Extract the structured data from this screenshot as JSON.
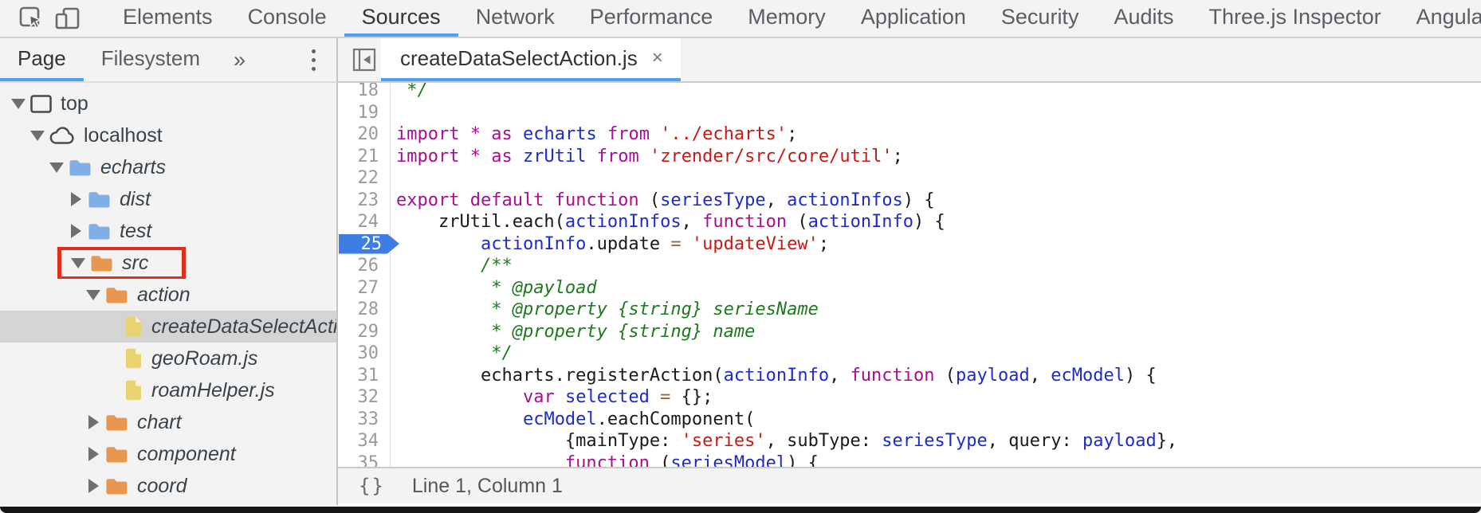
{
  "toolbar": {
    "active_tab": "Sources",
    "tabs": [
      {
        "label": "Elements"
      },
      {
        "label": "Console"
      },
      {
        "label": "Sources"
      },
      {
        "label": "Network"
      },
      {
        "label": "Performance"
      },
      {
        "label": "Memory"
      },
      {
        "label": "Application"
      },
      {
        "label": "Security"
      },
      {
        "label": "Audits"
      },
      {
        "label": "Three.js Inspector"
      },
      {
        "label": "AngularJS"
      }
    ]
  },
  "sidebar": {
    "nav_tabs": [
      {
        "label": "Page",
        "active": true
      },
      {
        "label": "Filesystem",
        "active": false
      }
    ],
    "more_tabs_icon": "»",
    "tree": [
      {
        "label": "top",
        "icon": "window",
        "depth": 0,
        "expand": "open"
      },
      {
        "label": "localhost",
        "icon": "cloud",
        "depth": 1,
        "expand": "open"
      },
      {
        "label": "echarts",
        "icon": "folder-blue",
        "depth": 2,
        "expand": "open",
        "italic": true
      },
      {
        "label": "dist",
        "icon": "folder-blue",
        "depth": 3,
        "expand": "closed",
        "italic": true
      },
      {
        "label": "test",
        "icon": "folder-blue",
        "depth": 3,
        "expand": "closed",
        "italic": true
      },
      {
        "label": "src",
        "icon": "folder-orange",
        "depth": 3,
        "expand": "open",
        "italic": true,
        "highlighted": true
      },
      {
        "label": "action",
        "icon": "folder-orange",
        "depth": 4,
        "expand": "open",
        "italic": true
      },
      {
        "label": "createDataSelectAction.js",
        "icon": "file",
        "depth": 5,
        "expand": "none",
        "italic": true,
        "selected": true
      },
      {
        "label": "geoRoam.js",
        "icon": "file",
        "depth": 5,
        "expand": "none",
        "italic": true
      },
      {
        "label": "roamHelper.js",
        "icon": "file",
        "depth": 5,
        "expand": "none",
        "italic": true
      },
      {
        "label": "chart",
        "icon": "folder-orange",
        "depth": 4,
        "expand": "closed",
        "italic": true
      },
      {
        "label": "component",
        "icon": "folder-orange",
        "depth": 4,
        "expand": "closed",
        "italic": true
      },
      {
        "label": "coord",
        "icon": "folder-orange",
        "depth": 4,
        "expand": "closed",
        "italic": true
      }
    ]
  },
  "editor": {
    "tab": {
      "title": "createDataSelectAction.js",
      "close_icon": "×"
    },
    "breakpoints": [
      25
    ],
    "code": [
      {
        "n": 18,
        "tokens": [
          [
            "cm",
            " */"
          ]
        ]
      },
      {
        "n": 19,
        "tokens": []
      },
      {
        "n": 20,
        "tokens": [
          [
            "kw",
            "import"
          ],
          [
            "pl",
            " "
          ],
          [
            "kw",
            "*"
          ],
          [
            "pl",
            " "
          ],
          [
            "kw",
            "as"
          ],
          [
            "pl",
            " "
          ],
          [
            "vr",
            "echarts"
          ],
          [
            "pl",
            " "
          ],
          [
            "kw",
            "from"
          ],
          [
            "pl",
            " "
          ],
          [
            "st",
            "'../echarts'"
          ],
          [
            "pl",
            ";"
          ]
        ]
      },
      {
        "n": 21,
        "tokens": [
          [
            "kw",
            "import"
          ],
          [
            "pl",
            " "
          ],
          [
            "kw",
            "*"
          ],
          [
            "pl",
            " "
          ],
          [
            "kw",
            "as"
          ],
          [
            "pl",
            " "
          ],
          [
            "vr",
            "zrUtil"
          ],
          [
            "pl",
            " "
          ],
          [
            "kw",
            "from"
          ],
          [
            "pl",
            " "
          ],
          [
            "st",
            "'zrender/src/core/util'"
          ],
          [
            "pl",
            ";"
          ]
        ]
      },
      {
        "n": 22,
        "tokens": []
      },
      {
        "n": 23,
        "tokens": [
          [
            "kw",
            "export"
          ],
          [
            "pl",
            " "
          ],
          [
            "kw",
            "default"
          ],
          [
            "pl",
            " "
          ],
          [
            "kw",
            "function"
          ],
          [
            "pl",
            " ("
          ],
          [
            "vr",
            "seriesType"
          ],
          [
            "pl",
            ", "
          ],
          [
            "vr",
            "actionInfos"
          ],
          [
            "pl",
            ") {"
          ]
        ]
      },
      {
        "n": 24,
        "tokens": [
          [
            "pl",
            "    zrUtil.each("
          ],
          [
            "vr",
            "actionInfos"
          ],
          [
            "pl",
            ", "
          ],
          [
            "kw",
            "function"
          ],
          [
            "pl",
            " ("
          ],
          [
            "vr",
            "actionInfo"
          ],
          [
            "pl",
            ") {"
          ]
        ]
      },
      {
        "n": 25,
        "tokens": [
          [
            "pl",
            "        "
          ],
          [
            "vr",
            "actionInfo"
          ],
          [
            "pl",
            ".update "
          ],
          [
            "op",
            "="
          ],
          [
            "pl",
            " "
          ],
          [
            "st",
            "'updateView'"
          ],
          [
            "pl",
            ";"
          ]
        ]
      },
      {
        "n": 26,
        "tokens": [
          [
            "pl",
            "        "
          ],
          [
            "cm",
            "/**"
          ]
        ]
      },
      {
        "n": 27,
        "tokens": [
          [
            "pl",
            "        "
          ],
          [
            "cm",
            " * @payload"
          ]
        ]
      },
      {
        "n": 28,
        "tokens": [
          [
            "pl",
            "        "
          ],
          [
            "cm",
            " * @property {string} seriesName"
          ]
        ]
      },
      {
        "n": 29,
        "tokens": [
          [
            "pl",
            "        "
          ],
          [
            "cm",
            " * @property {string} name"
          ]
        ]
      },
      {
        "n": 30,
        "tokens": [
          [
            "pl",
            "        "
          ],
          [
            "cm",
            " */"
          ]
        ]
      },
      {
        "n": 31,
        "tokens": [
          [
            "pl",
            "        echarts.registerAction("
          ],
          [
            "vr",
            "actionInfo"
          ],
          [
            "pl",
            ", "
          ],
          [
            "kw",
            "function"
          ],
          [
            "pl",
            " ("
          ],
          [
            "vr",
            "payload"
          ],
          [
            "pl",
            ", "
          ],
          [
            "vr",
            "ecModel"
          ],
          [
            "pl",
            ") {"
          ]
        ]
      },
      {
        "n": 32,
        "tokens": [
          [
            "pl",
            "            "
          ],
          [
            "kw",
            "var"
          ],
          [
            "pl",
            " "
          ],
          [
            "vr",
            "selected"
          ],
          [
            "pl",
            " "
          ],
          [
            "op",
            "="
          ],
          [
            "pl",
            " {};"
          ]
        ]
      },
      {
        "n": 33,
        "tokens": [
          [
            "pl",
            "            "
          ],
          [
            "vr",
            "ecModel"
          ],
          [
            "pl",
            ".eachComponent("
          ]
        ]
      },
      {
        "n": 34,
        "tokens": [
          [
            "pl",
            "                {mainType: "
          ],
          [
            "st",
            "'series'"
          ],
          [
            "pl",
            ", subType: "
          ],
          [
            "vr",
            "seriesType"
          ],
          [
            "pl",
            ", query: "
          ],
          [
            "vr",
            "payload"
          ],
          [
            "pl",
            "},"
          ]
        ]
      },
      {
        "n": 35,
        "tokens": [
          [
            "pl",
            "                "
          ],
          [
            "kw",
            "function"
          ],
          [
            "pl",
            " ("
          ],
          [
            "vr",
            "seriesModel"
          ],
          [
            "pl",
            ") {"
          ]
        ]
      }
    ]
  },
  "status_bar": {
    "pretty_print_label": "{}",
    "position": "Line 1, Column 1"
  },
  "colors": {
    "accent_blue": "#4FA1EC",
    "breakpoint_blue": "#3D7DE4",
    "highlight_red": "#DF2F1D",
    "selected_row_gray": "#D4D4D4",
    "folder_blue": "#82AEE8",
    "folder_orange": "#E8974E",
    "file_yellow": "#E8D36E",
    "token_keyword": "#A90D91",
    "token_string": "#C41A16",
    "token_comment": "#1E7A1E",
    "token_variable": "#1F2BC5",
    "token_operator": "#A5632A"
  }
}
